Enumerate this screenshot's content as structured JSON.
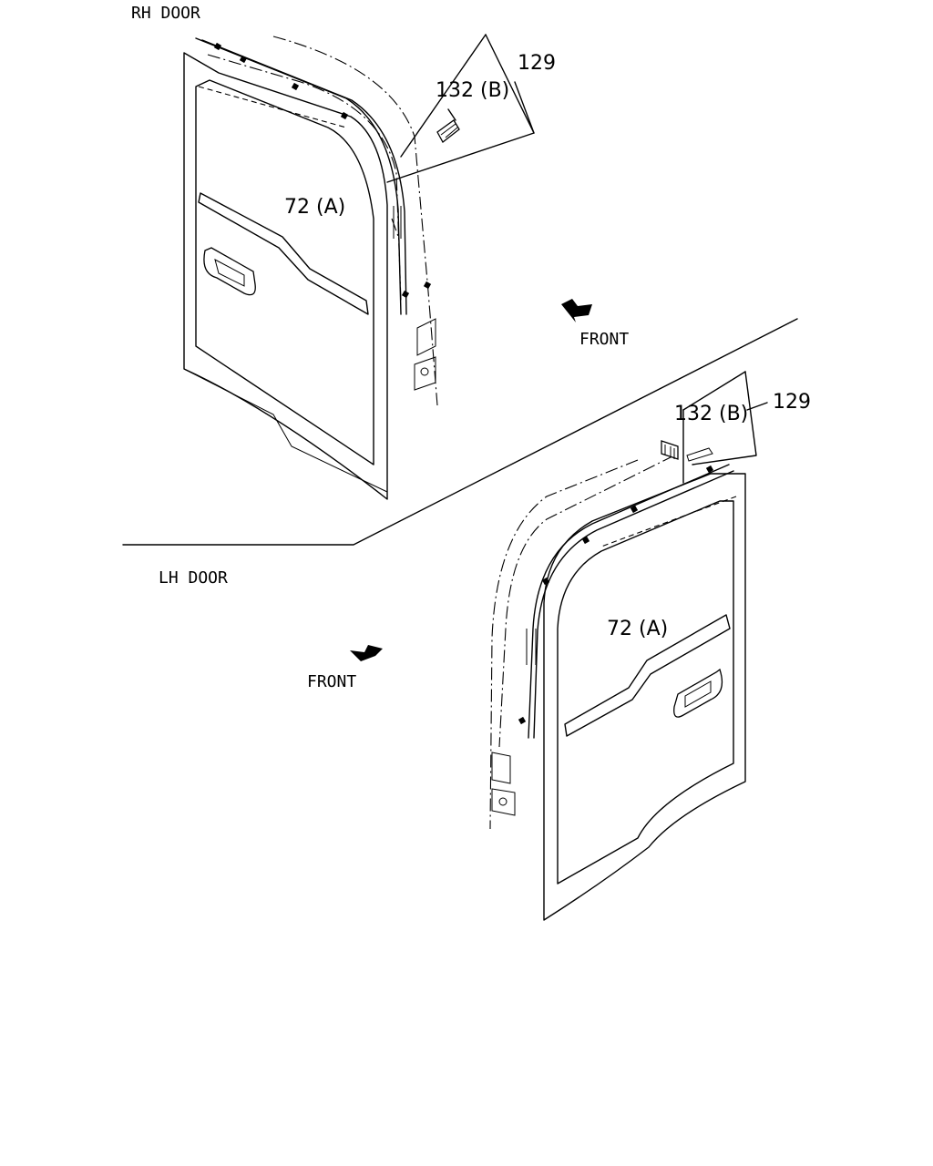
{
  "rh": {
    "title": "RH DOOR",
    "front_label": "FRONT",
    "callout_72": "72 (A)",
    "callout_132": "132 (B)",
    "callout_129": "129"
  },
  "lh": {
    "title": "LH DOOR",
    "front_label": "FRONT",
    "callout_72": "72 (A)",
    "callout_132": "132 (B)",
    "callout_129": "129"
  },
  "icons": {
    "front_arrow": "front-arrow-icon"
  }
}
